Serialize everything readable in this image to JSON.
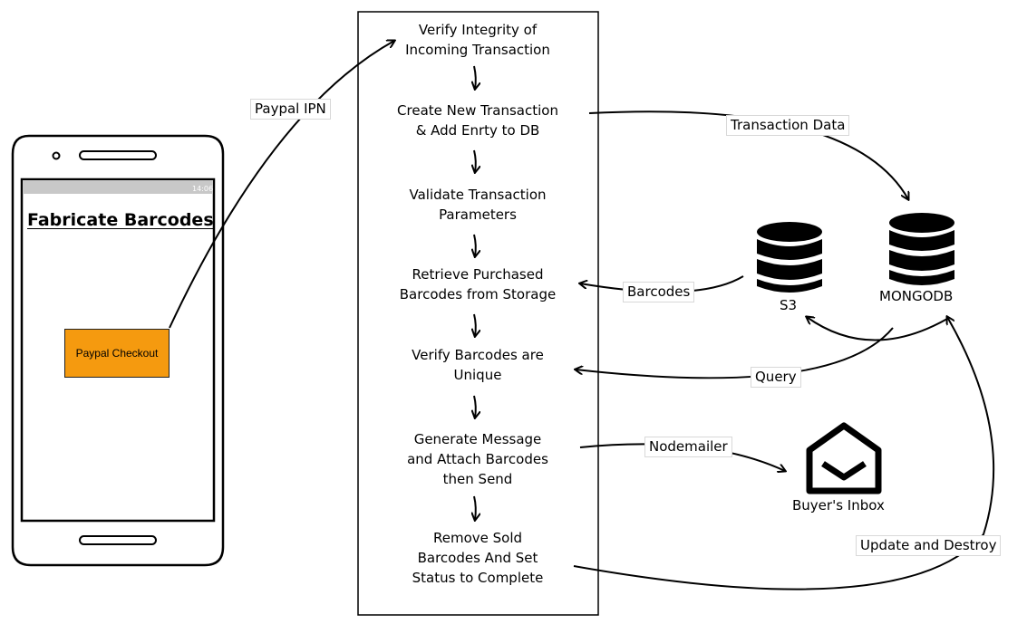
{
  "phone": {
    "status_time": "14:06",
    "title": "Fabricate Barcodes",
    "checkout_label": "Paypal Checkout"
  },
  "flow": {
    "steps": [
      "Verify Integrity of\nIncoming Transaction",
      "Create New Transaction\n& Add Enrty to DB",
      "Validate Transaction\nParameters",
      "Retrieve Purchased\nBarcodes from Storage",
      "Verify Barcodes are\nUnique",
      "Generate Message\nand Attach Barcodes\nthen Send",
      "Remove Sold\nBarcodes And Set\nStatus to Complete"
    ]
  },
  "edges": {
    "paypal_ipn": "Paypal IPN",
    "transaction_data": "Transaction Data",
    "barcodes": "Barcodes",
    "query": "Query",
    "nodemailer": "Nodemailer",
    "update_destroy": "Update and Destroy"
  },
  "stores": {
    "s3": "S3",
    "mongodb": "MONGODB",
    "inbox": "Buyer's Inbox"
  },
  "icons": [
    "database-icon",
    "envelope-icon",
    "phone-icon"
  ]
}
